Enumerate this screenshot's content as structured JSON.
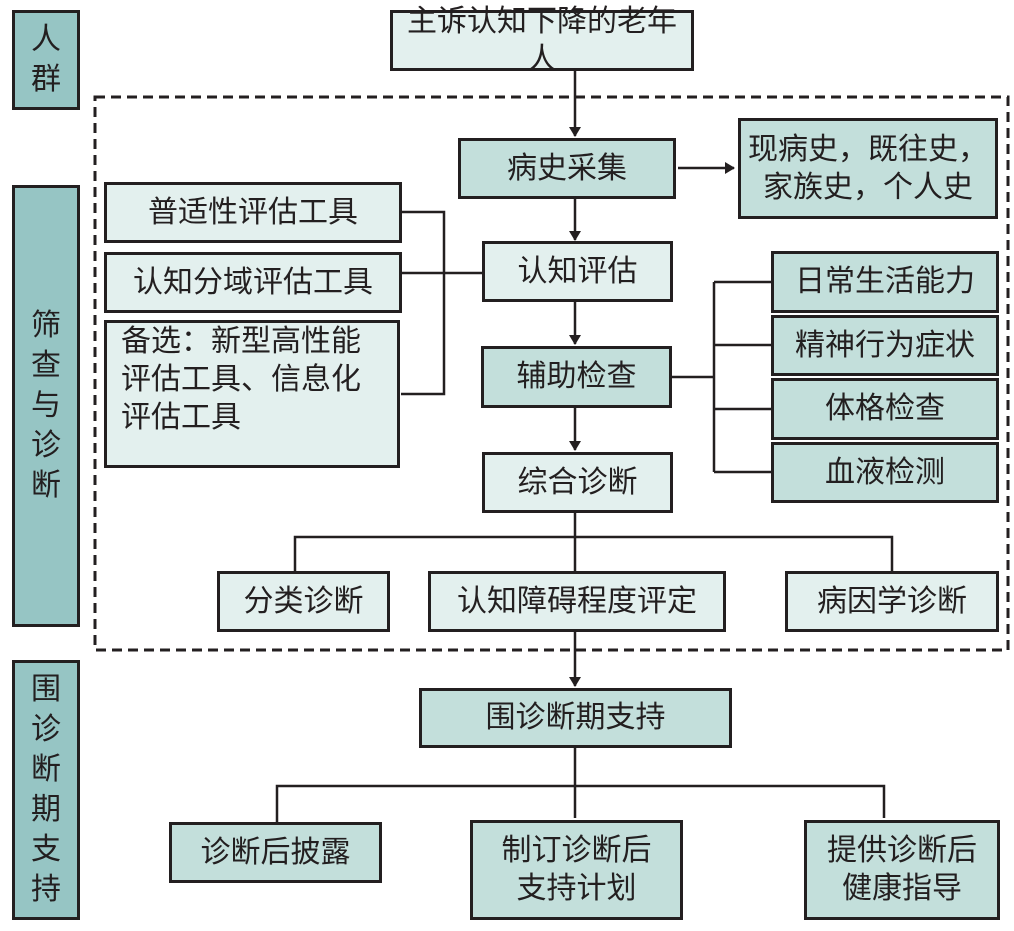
{
  "sections": {
    "population": [
      "人",
      "群"
    ],
    "screening": [
      "筛",
      "查",
      "与",
      "诊",
      "断"
    ],
    "support": [
      "围",
      "诊",
      "断",
      "期",
      "支",
      "持"
    ]
  },
  "flow": {
    "start": "主诉认知下降的老年人",
    "history": "病史采集",
    "history_detail": [
      "现病史，既往史，",
      "家族史，个人史"
    ],
    "cognitive": "认知评估",
    "auxiliary": "辅助检查",
    "comprehensive": "综合诊断",
    "peri_support": "围诊断期支持"
  },
  "tools": {
    "general": "普适性评估工具",
    "domain": "认知分域评估工具",
    "optional": [
      "备选：新型高性能",
      "评估工具、信息化",
      "评估工具"
    ]
  },
  "exams": [
    "日常生活能力",
    "精神行为症状",
    "体格检查",
    "血液检测"
  ],
  "diagnoses": [
    "分类诊断",
    "认知障碍程度评定",
    "病因学诊断"
  ],
  "support_items": {
    "disclosure": "诊断后披露",
    "plan": [
      "制订诊断后",
      "支持计划"
    ],
    "guidance": [
      "提供诊断后",
      "健康指导"
    ]
  },
  "colors": {
    "light_fill": "#e3f0ee",
    "mid_fill": "#c3dfdb",
    "side_fill": "#96c5c4",
    "stroke": "#231f20"
  }
}
